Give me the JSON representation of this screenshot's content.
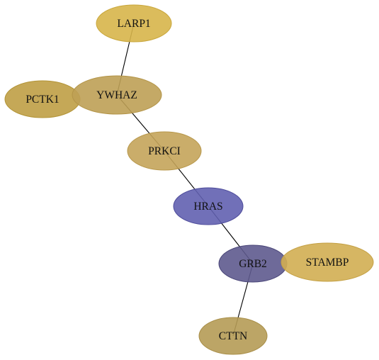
{
  "nodes": [
    {
      "id": "LARP1",
      "label": "LARP1",
      "color": "#d7b54a",
      "stroke": "#c9a73c"
    },
    {
      "id": "PCTK1",
      "label": "PCTK1",
      "color": "#bf9f45",
      "stroke": "#b39437"
    },
    {
      "id": "YWHAZ",
      "label": "YWHAZ",
      "color": "#bea055",
      "stroke": "#b39447"
    },
    {
      "id": "PRKCI",
      "label": "PRKCI",
      "color": "#c4a45a",
      "stroke": "#b8984c"
    },
    {
      "id": "HRAS",
      "label": "HRAS",
      "color": "#6260b0",
      "stroke": "#4d4b9a"
    },
    {
      "id": "GRB2",
      "label": "GRB2",
      "color": "#5e5a8e",
      "stroke": "#4a4678"
    },
    {
      "id": "STAMBP",
      "label": "STAMBP",
      "color": "#d2ae52",
      "stroke": "#c4a044"
    },
    {
      "id": "CTTN",
      "label": "CTTN",
      "color": "#b59b55",
      "stroke": "#a88e48"
    }
  ],
  "edges": [
    {
      "from": "LARP1",
      "to": "YWHAZ"
    },
    {
      "from": "YWHAZ",
      "to": "PRKCI"
    },
    {
      "from": "PRKCI",
      "to": "HRAS"
    },
    {
      "from": "HRAS",
      "to": "GRB2"
    },
    {
      "from": "GRB2",
      "to": "CTTN"
    }
  ]
}
